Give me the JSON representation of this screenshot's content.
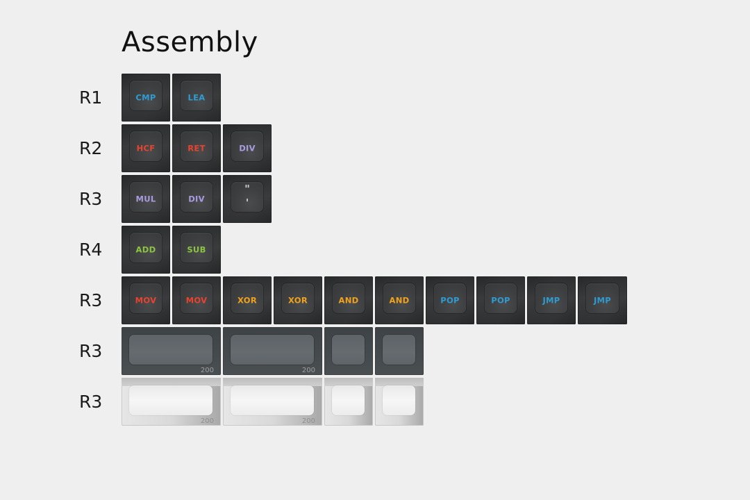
{
  "title": "Assembly",
  "colors": {
    "background": "#efefef",
    "blue": "#2f9bd0",
    "red": "#e8432e",
    "lavender": "#a99be0",
    "green": "#8cc43f",
    "orange": "#f0a21c",
    "light": "#cfcfcf"
  },
  "rows": [
    {
      "label": "R1",
      "keys": [
        {
          "legend": "CMP",
          "color": "#2f9bd0"
        },
        {
          "legend": "LEA",
          "color": "#2f9bd0"
        }
      ]
    },
    {
      "label": "R2",
      "keys": [
        {
          "legend": "HCF",
          "color": "#e8432e"
        },
        {
          "legend": "RET",
          "color": "#e8432e"
        },
        {
          "legend": "DIV",
          "color": "#a99be0"
        }
      ]
    },
    {
      "label": "R3",
      "keys": [
        {
          "legend": "MUL",
          "color": "#a99be0"
        },
        {
          "legend": "DIV",
          "color": "#a99be0"
        },
        {
          "legend_top": "\"",
          "legend_bottom": "'",
          "color": "#cfcfcf"
        }
      ]
    },
    {
      "label": "R4",
      "keys": [
        {
          "legend": "ADD",
          "color": "#8cc43f"
        },
        {
          "legend": "SUB",
          "color": "#8cc43f"
        }
      ]
    },
    {
      "label": "R3",
      "keys": [
        {
          "legend": "MOV",
          "color": "#e8432e"
        },
        {
          "legend": "MOV",
          "color": "#e8432e"
        },
        {
          "legend": "XOR",
          "color": "#f0a21c"
        },
        {
          "legend": "XOR",
          "color": "#f0a21c"
        },
        {
          "legend": "AND",
          "color": "#f0a21c"
        },
        {
          "legend": "AND",
          "color": "#f0a21c"
        },
        {
          "legend": "POP",
          "color": "#2f9bd0"
        },
        {
          "legend": "POP",
          "color": "#2f9bd0"
        },
        {
          "legend": "JMP",
          "color": "#2f9bd0"
        },
        {
          "legend": "JMP",
          "color": "#2f9bd0"
        }
      ]
    },
    {
      "label": "R3",
      "keys": [
        {
          "size": "200"
        },
        {
          "size": "200"
        },
        {
          "size": ""
        },
        {
          "size": ""
        }
      ]
    },
    {
      "label": "R3",
      "keys": [
        {
          "size": "200"
        },
        {
          "size": "200"
        },
        {
          "size": ""
        },
        {
          "size": ""
        }
      ]
    }
  ]
}
